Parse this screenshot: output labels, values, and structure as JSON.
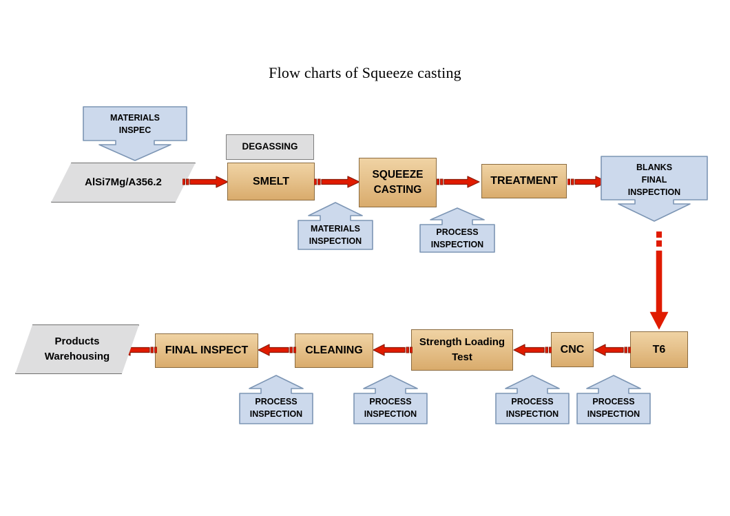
{
  "page": {
    "title": "Flow charts of Squeeze casting",
    "background": "#ffffff"
  },
  "colors": {
    "process_fill_light": "#f0d3a4",
    "process_fill_dark": "#d9ab6c",
    "process_border": "#8a6a3e",
    "inspection_fill": "#ccd9ec",
    "inspection_border": "#7c95b4",
    "data_fill": "#dededf",
    "data_border": "#6e6e6e",
    "arrow_fill": "#e01b00",
    "arrow_stroke": "#8a1a06",
    "text": "#000000"
  },
  "top_row": {
    "materials_inspec_callout": {
      "label_line1": "MATERIALS",
      "label_line2": "INSPEC",
      "shape": "down-arrow-callout"
    },
    "material_parallelogram": {
      "label": "AlSi7Mg/A356.2",
      "shape": "parallelogram"
    },
    "degassing": {
      "label": "DEGASSING",
      "shape": "rectangle"
    },
    "smelt": {
      "label": "SMELT",
      "shape": "rectangle"
    },
    "squeeze_casting": {
      "label_line1": "SQUEEZE",
      "label_line2": "CASTING",
      "shape": "rectangle"
    },
    "treatment": {
      "label": "TREATMENT",
      "shape": "rectangle"
    },
    "blanks_final_inspection": {
      "label_line1": "BLANKS",
      "label_line2": "FINAL",
      "label_line3": "INSPECTION",
      "shape": "down-arrow-callout"
    },
    "materials_inspection_callout": {
      "label_line1": "MATERIALS",
      "label_line2": "INSPECTION",
      "shape": "up-arrow-callout"
    },
    "process_inspection_callout": {
      "label_line1": "PROCESS",
      "label_line2": "INSPECTION",
      "shape": "up-arrow-callout"
    }
  },
  "connector": {
    "vertical_label": "dashed-then-solid-red-down-arrow"
  },
  "bottom_row": {
    "t6": {
      "label": "T6",
      "shape": "rectangle"
    },
    "cnc": {
      "label": "CNC",
      "shape": "rectangle"
    },
    "strength_loading_test": {
      "label_line1": "Strength Loading",
      "label_line2": "Test",
      "shape": "rectangle"
    },
    "cleaning": {
      "label": "CLEANING",
      "shape": "rectangle"
    },
    "final_inspect": {
      "label": "FINAL INSPECT",
      "shape": "rectangle"
    },
    "products_warehousing": {
      "label_line1": "Products",
      "label_line2": "Warehousing",
      "shape": "parallelogram"
    },
    "process_inspections": [
      {
        "label_line1": "PROCESS",
        "label_line2": "INSPECTION"
      },
      {
        "label_line1": "PROCESS",
        "label_line2": "INSPECTION"
      },
      {
        "label_line1": "PROCESS",
        "label_line2": "INSPECTION"
      },
      {
        "label_line1": "PROCESS",
        "label_line2": "INSPECTION"
      }
    ]
  }
}
